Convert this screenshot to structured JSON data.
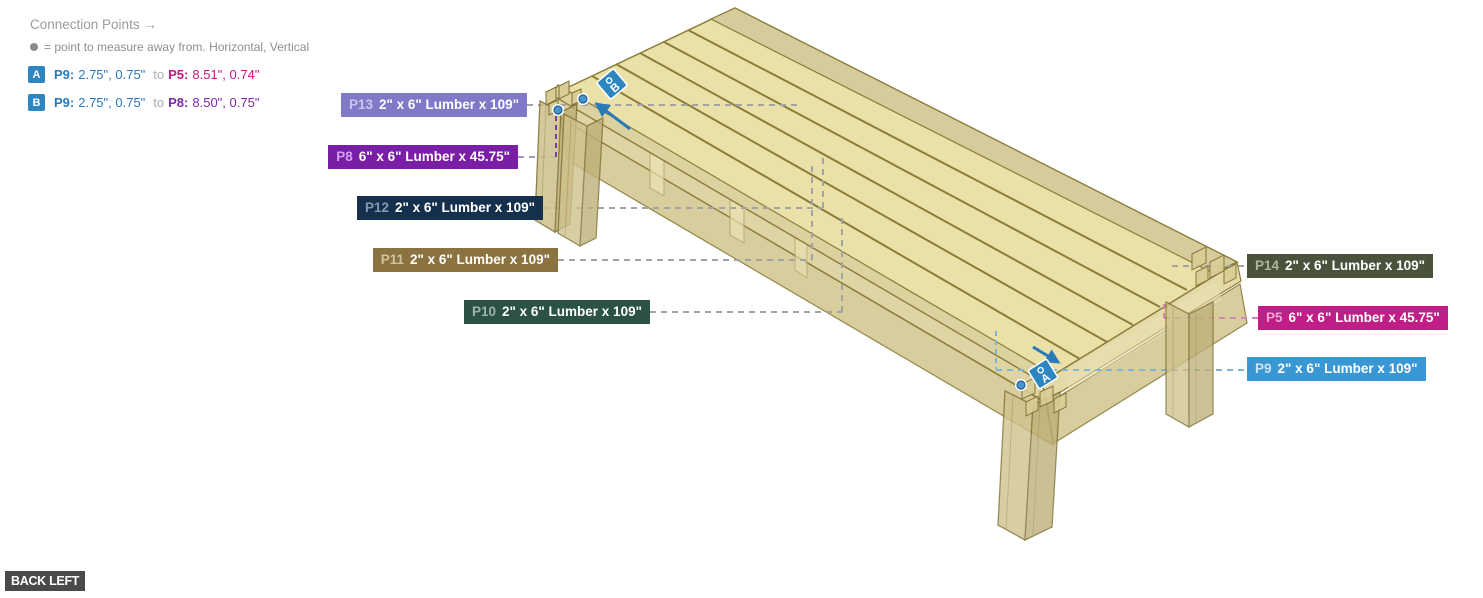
{
  "header": {
    "title": "Connection Points →",
    "legend_text": "= point to measure away from. Horizontal, Vertical"
  },
  "measurements": [
    {
      "badge": "A",
      "from_part": "P9:",
      "from_values": "2.75\", 0.75\"",
      "separator": "to",
      "to_part": "P5:",
      "to_values": "8.51\", 0.74\"",
      "from_color": "#2a79bd",
      "to_color": "#c21884"
    },
    {
      "badge": "B",
      "from_part": "P9:",
      "from_values": "2.75\", 0.75\"",
      "separator": "to",
      "to_part": "P8:",
      "to_values": "8.50\", 0.75\"",
      "from_color": "#2a79bd",
      "to_color": "#7e27ac"
    }
  ],
  "part_labels": [
    {
      "id": "P13",
      "desc": "2\" x 6\" Lumber x 109\"",
      "bg": "#8079c7",
      "id_color": "#ccc7ea"
    },
    {
      "id": "P8",
      "desc": "6\" x 6\" Lumber x 45.75\"",
      "bg": "#7a1fa5",
      "id_color": "#d2a3e9"
    },
    {
      "id": "P12",
      "desc": "2\" x 6\" Lumber x 109\"",
      "bg": "#15304d",
      "id_color": "#8299af"
    },
    {
      "id": "P11",
      "desc": "2\" x 6\" Lumber x 109\"",
      "bg": "#8a7340",
      "id_color": "#d0c49c"
    },
    {
      "id": "P10",
      "desc": "2\" x 6\" Lumber x 109\"",
      "bg": "#2c5147",
      "id_color": "#9cb3a9"
    },
    {
      "id": "P14",
      "desc": "2\" x 6\" Lumber x 109\"",
      "bg": "#4a523c",
      "id_color": "#adb4a0"
    },
    {
      "id": "P5",
      "desc": "6\" x 6\" Lumber x 45.75\"",
      "bg": "#c01d87",
      "id_color": "#eda8d4"
    },
    {
      "id": "P9",
      "desc": "2\" x 6\" Lumber x 109\"",
      "bg": "#3b97d3",
      "id_color": "#cbe4f7"
    }
  ],
  "markers": {
    "a": "A",
    "b": "B"
  },
  "view_label": "BACK LEFT",
  "colors": {
    "wood_light": "#eae1a9",
    "wood_strip": "#d6cc9b",
    "wood_apron": "#d4c995",
    "wood_edge": "#8a7d3a",
    "marker_blue": "#2e86c1",
    "leader_gray": "#a3a3a3",
    "leader_blue": "#82b4d4",
    "leader_pink": "#d186b4",
    "leader_purple": "#7b3fa2",
    "view_label_bg": "#4a4a4a"
  }
}
